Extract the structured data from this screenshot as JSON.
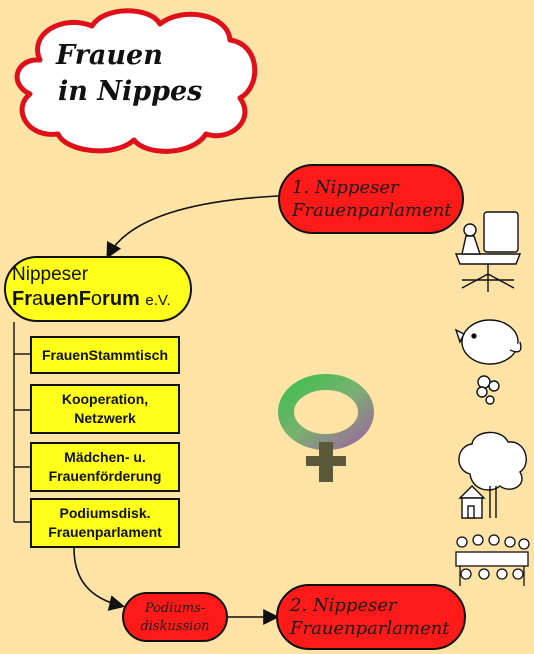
{
  "cloud": {
    "line1": "Frauen",
    "line2": "in Nippes"
  },
  "parliament1": {
    "line1": "1. Nippeser",
    "line2": "Frauenparlament"
  },
  "forum": {
    "line1": "Nippeser",
    "brand_a": "Fr",
    "brand_b": "a",
    "brand_c": "uen",
    "brand_d": "F",
    "brand_e": "o",
    "brand_f": "rum",
    "suffix": "e.V."
  },
  "boxes": [
    {
      "line1": "FrauenStammtisch",
      "line2": ""
    },
    {
      "line1": "Kooperation,",
      "line2": "Netzwerk"
    },
    {
      "line1": "Mädchen- u.",
      "line2": "Frauenförderung"
    },
    {
      "line1": "Podiumsdisk.",
      "line2": "Frauenparlament"
    }
  ],
  "podium": {
    "line1": "Podiums-",
    "line2": "diskussion"
  },
  "parliament2": {
    "line1": "2. Nippeser",
    "line2": "Frauenparlament"
  },
  "icons": [
    "office-chair-icon",
    "piggy-bank-icon",
    "tree-house-icon",
    "meeting-table-icon",
    "female-symbol-icon"
  ],
  "colors": {
    "background": "#fde3a6",
    "red": "#ff1a1a",
    "yellow": "#ffff1a"
  }
}
